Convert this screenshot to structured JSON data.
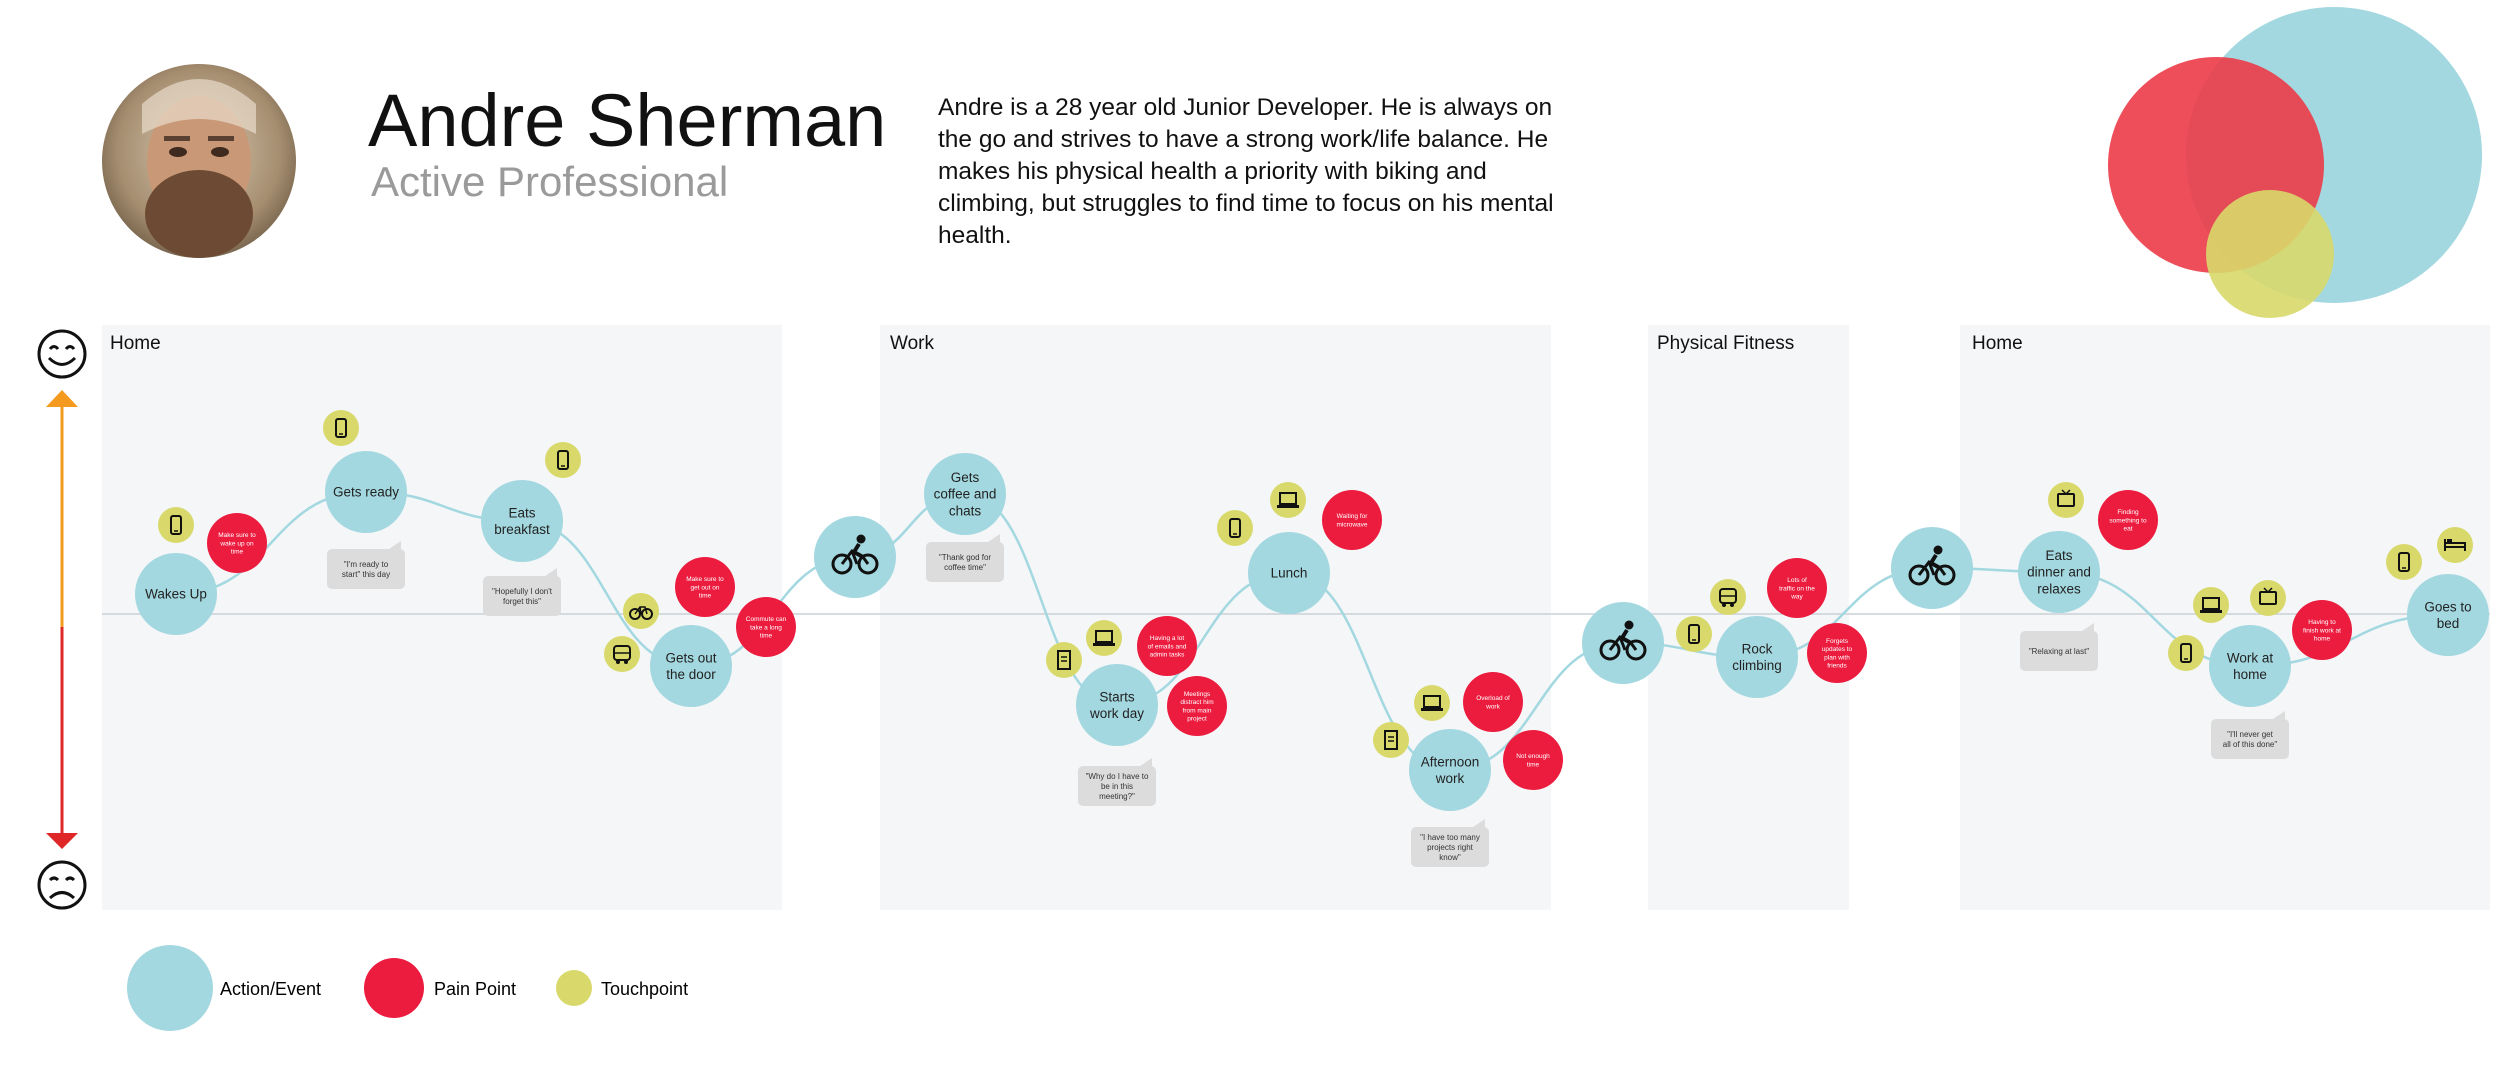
{
  "persona": {
    "name": "Andre Sherman",
    "role": "Active Professional",
    "bio": "Andre is a 28 year old Junior Developer. He is always on the go and strives to have a strong work/life balance.  He makes his physical health a priority with biking and climbing, but struggles to find time to focus on his mental health."
  },
  "colors": {
    "action": "#a3d8e0",
    "pain": "#ec1c3f",
    "touch": "#d8d96a",
    "panel": "#f4f6f8",
    "curve": "#a3d8e0",
    "arrow_up": "#f39a1f",
    "arrow_down": "#e02727"
  },
  "sections": [
    "Home",
    "Work",
    "Physical Fitness",
    "Home"
  ],
  "actions": [
    {
      "label": "Wakes Up"
    },
    {
      "label": "Gets ready"
    },
    {
      "label": "Eats breakfast"
    },
    {
      "label": "Gets out the door"
    },
    {
      "label": ""
    },
    {
      "label": "Gets coffee and chats"
    },
    {
      "label": "Starts work day"
    },
    {
      "label": "Lunch"
    },
    {
      "label": "Afternoon work"
    },
    {
      "label": ""
    },
    {
      "label": "Rock climbing"
    },
    {
      "label": ""
    },
    {
      "label": "Eats dinner and relaxes"
    },
    {
      "label": "Work at home"
    },
    {
      "label": "Goes to bed"
    }
  ],
  "pains": [
    {
      "label": "Make sure to wake up on time"
    },
    {
      "label": "Make sure to get out on time"
    },
    {
      "label": "Commute can take a long time"
    },
    {
      "label": "Having a lot of emails and admin tasks"
    },
    {
      "label": "Meetings distract him from main project"
    },
    {
      "label": "Waiting for microwave"
    },
    {
      "label": "Overload of work"
    },
    {
      "label": "Not enough time"
    },
    {
      "label": "Lots of traffic on the way"
    },
    {
      "label": "Forgets updates to plan with friends"
    },
    {
      "label": "Finding something to eat"
    },
    {
      "label": "Having to finish work at home"
    }
  ],
  "touchpoints": [
    {
      "icon": "phone-icon"
    },
    {
      "icon": "phone-icon"
    },
    {
      "icon": "phone-icon"
    },
    {
      "icon": "bike-icon"
    },
    {
      "icon": "bus-icon"
    },
    {
      "icon": "book-icon"
    },
    {
      "icon": "laptop-icon"
    },
    {
      "icon": "phone-icon"
    },
    {
      "icon": "laptop-icon"
    },
    {
      "icon": "book-icon"
    },
    {
      "icon": "laptop-icon"
    },
    {
      "icon": "bus-icon"
    },
    {
      "icon": "phone-icon"
    },
    {
      "icon": "tv-icon"
    },
    {
      "icon": "laptop-icon"
    },
    {
      "icon": "tv-icon"
    },
    {
      "icon": "phone-icon"
    },
    {
      "icon": "phone-icon"
    },
    {
      "icon": "bed-icon"
    }
  ],
  "quotes": [
    {
      "text": "\"I'm ready to start\" this day"
    },
    {
      "text": "\"Hopefully I don't forget this\""
    },
    {
      "text": "\"Thank god for coffee time\""
    },
    {
      "text": "\"Why do I have to be in this meeting?\""
    },
    {
      "text": "\"I have too many projects right know\""
    },
    {
      "text": "\"Relaxing at last\""
    },
    {
      "text": "\"I'll never get all of this done\""
    }
  ],
  "legend": {
    "action": "Action/Event",
    "pain": "Pain Point",
    "touch": "Touchpoint"
  }
}
